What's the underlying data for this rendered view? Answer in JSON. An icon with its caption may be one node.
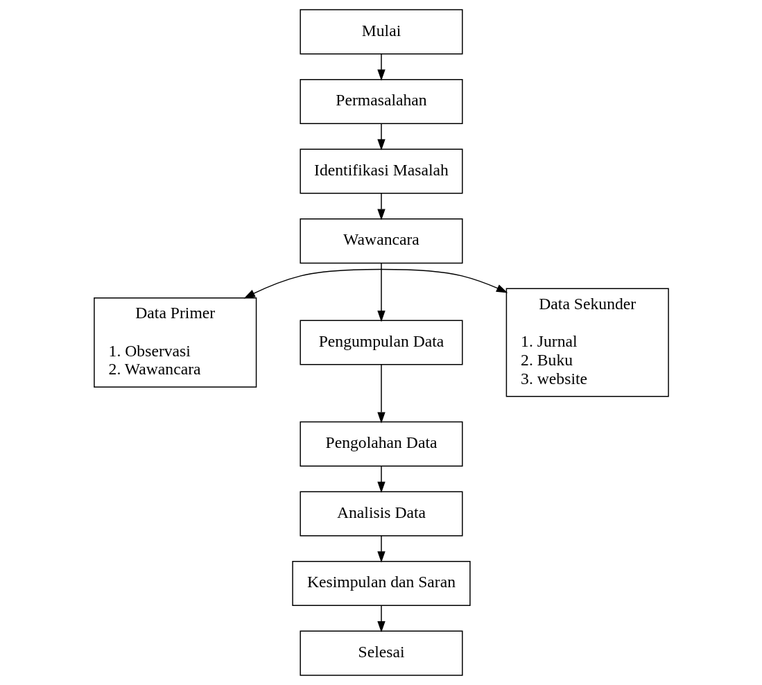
{
  "diagram": {
    "nodes": [
      {
        "text": [
          "Mulai"
        ]
      },
      {
        "text": [
          "Permasalahan"
        ]
      },
      {
        "text": [
          "Identifikasi Masalah"
        ]
      },
      {
        "text": [
          "Wawancara"
        ]
      },
      {
        "text": [
          "Data Primer",
          "1. Observasi",
          "2. Wawancara"
        ]
      },
      {
        "text": [
          "Pengumpulan Data"
        ]
      },
      {
        "text": [
          "Data Sekunder",
          "1. Jurnal",
          "2. Buku",
          "3. website"
        ]
      },
      {
        "text": [
          "Pengolahan Data"
        ]
      },
      {
        "text": [
          "Analisis Data"
        ]
      },
      {
        "text": [
          "Kesimpulan dan Saran"
        ]
      },
      {
        "text": [
          "Selesai"
        ]
      }
    ],
    "edges": [
      {
        "from": 0,
        "to": 1,
        "arrow": "to"
      },
      {
        "from": 1,
        "to": 2,
        "arrow": "to"
      },
      {
        "from": 2,
        "to": 3,
        "arrow": "to"
      },
      {
        "from": 3,
        "to": 5,
        "arrow": "to"
      },
      {
        "from": 5,
        "to": 7,
        "arrow": "to"
      },
      {
        "from": 7,
        "to": 8,
        "arrow": "to"
      },
      {
        "from": 8,
        "to": 9,
        "arrow": "to"
      },
      {
        "from": 9,
        "to": 10,
        "arrow": "to"
      },
      {
        "from": 4,
        "to": 6,
        "arrow": "both"
      }
    ]
  }
}
